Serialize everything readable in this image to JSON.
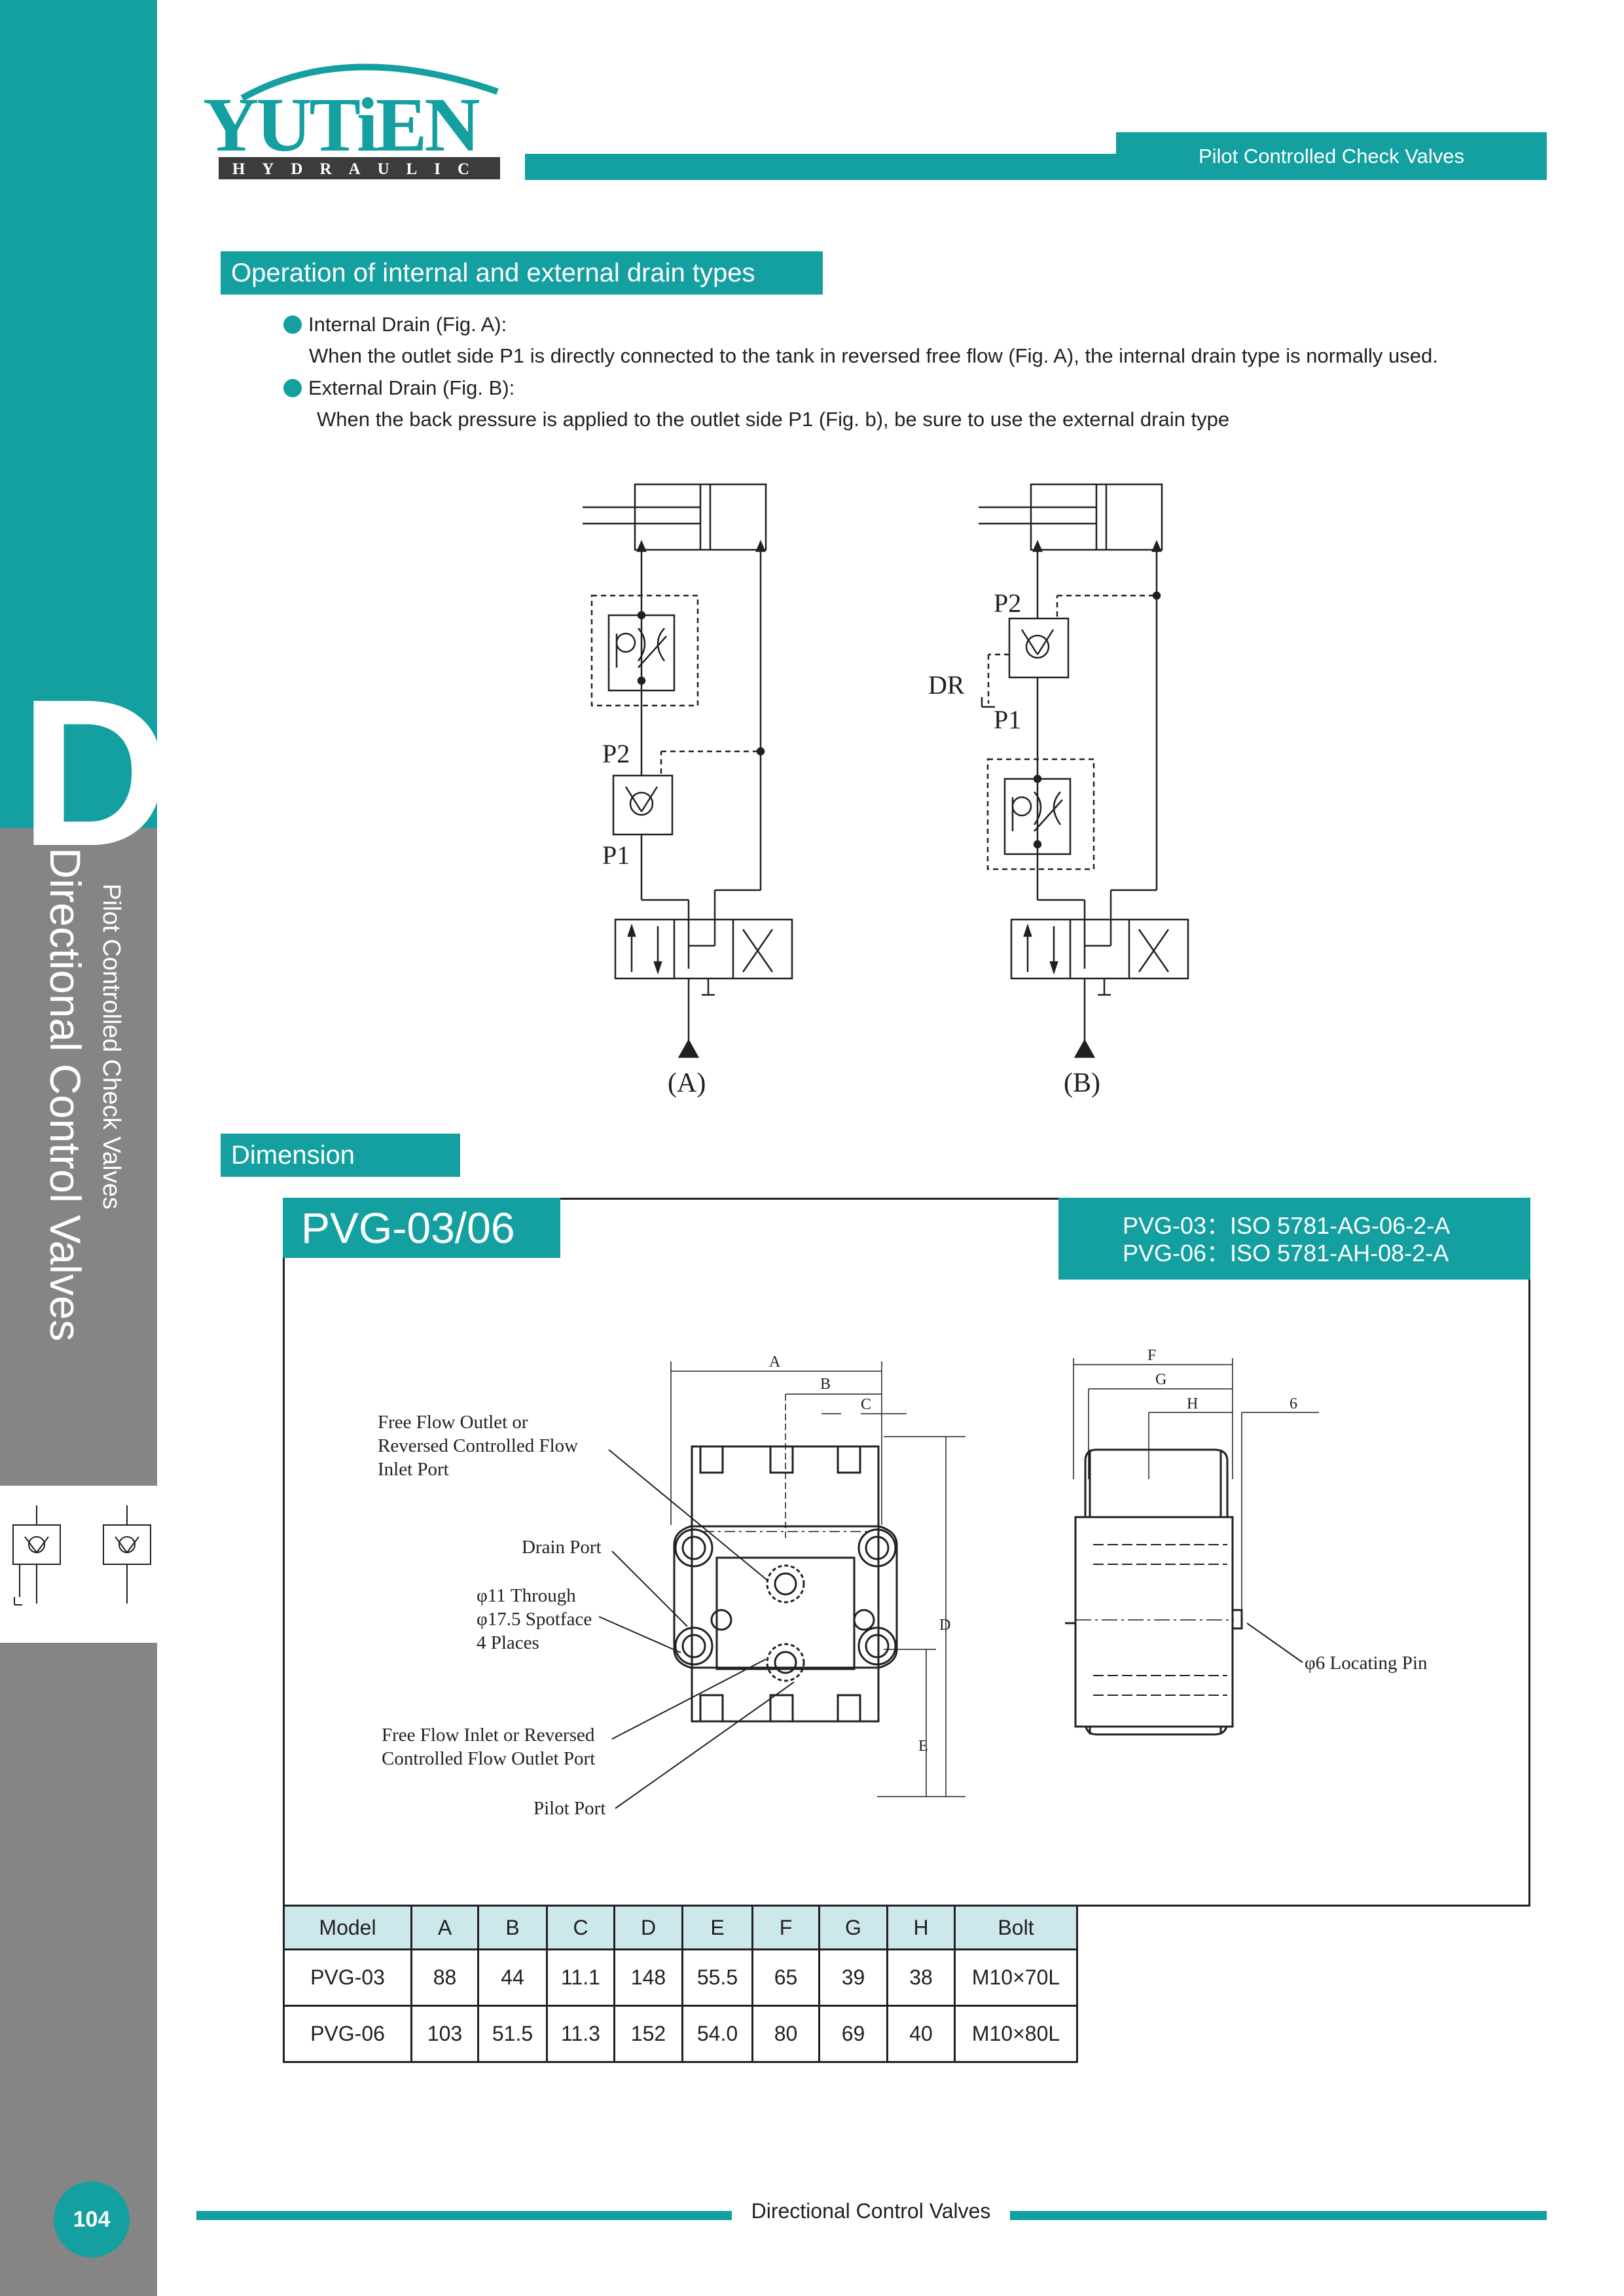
{
  "brand": {
    "name": "YUTiEN",
    "tagline": "HYDRAULIC"
  },
  "header": {
    "tab_label": "Pilot Controlled Check Valves"
  },
  "sidebar": {
    "letter": "D",
    "title": "Directional Control Valves",
    "subtitle": "Pilot Controlled Check Valves",
    "page_number": "104"
  },
  "section_operation": {
    "heading": "Operation of internal and external drain types",
    "items": [
      {
        "label": "Internal Drain (Fig. A):",
        "text": "When the outlet side P1 is directly connected to the tank in reversed free flow (Fig. A), the internal drain type is normally used."
      },
      {
        "label": "External Drain (Fig. B):",
        "text": "When the back pressure is applied to the outlet side P1 (Fig. b), be sure to use the external drain type"
      }
    ]
  },
  "circuit_a": {
    "p2": "P2",
    "p1": "P1",
    "caption": "(A)"
  },
  "circuit_b": {
    "p2": "P2",
    "p1": "P1",
    "dr": "DR",
    "caption": "(B)"
  },
  "section_dimension": {
    "heading": "Dimension",
    "model_title": "PVG-03/06",
    "iso_lines": [
      "PVG-03：ISO 5781-AG-06-2-A",
      "PVG-06：ISO 5781-AH-08-2-A"
    ]
  },
  "drawing_labels": {
    "free_flow_outlet": [
      "Free Flow Outlet or",
      "Reversed Controlled Flow",
      "Inlet Port"
    ],
    "drain_port": "Drain Port",
    "through": [
      "φ11 Through",
      "φ17.5 Spotface",
      "4 Places"
    ],
    "free_flow_inlet": [
      "Free Flow Inlet or Reversed",
      "Controlled Flow Outlet Port"
    ],
    "pilot_port": "Pilot Port",
    "locating_pin": "φ6 Locating Pin",
    "dim_a": "A",
    "dim_b": "B",
    "dim_c": "C",
    "dim_d": "D",
    "dim_e": "E",
    "dim_f": "F",
    "dim_g": "G",
    "dim_h": "H",
    "dim_6": "6"
  },
  "table": {
    "headers": [
      "Model",
      "A",
      "B",
      "C",
      "D",
      "E",
      "F",
      "G",
      "H",
      "Bolt"
    ],
    "rows": [
      [
        "PVG-03",
        "88",
        "44",
        "11.1",
        "148",
        "55.5",
        "65",
        "39",
        "38",
        "M10×70L"
      ],
      [
        "PVG-06",
        "103",
        "51.5",
        "11.3",
        "152",
        "54.0",
        "80",
        "69",
        "40",
        "M10×80L"
      ]
    ]
  },
  "footer": {
    "text": "Directional Control Valves"
  },
  "colors": {
    "accent": "#149fa0",
    "sidebar_gray": "#858585",
    "table_header_bg": "#cde8ea",
    "text": "#231f20"
  }
}
